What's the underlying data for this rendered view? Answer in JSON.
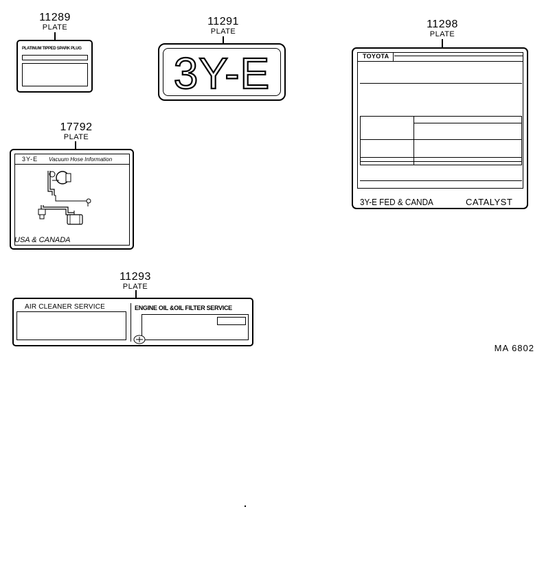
{
  "parts": {
    "p11289": {
      "number": "11289",
      "name": "PLATE",
      "label": "PLATINUM TIPPED SPARK PLUG"
    },
    "p11291": {
      "number": "11291",
      "name": "PLATE",
      "engine": "3Y-E"
    },
    "p11298": {
      "number": "11298",
      "name": "PLATE",
      "brand": "TOYOTA",
      "footer_left": "3Y-E FED & CANDA",
      "footer_right": "CATALYST"
    },
    "p17792": {
      "number": "17792",
      "name": "PLATE",
      "header_code": "3Y-E",
      "header_title": "Vacuum Hose Information",
      "footer": "USA & CANADA"
    },
    "p11293": {
      "number": "11293",
      "name": "PLATE",
      "left_title": "AIR  CLEANER  SERVICE",
      "right_title": "ENGINE OIL &OIL FILTER SERVICE"
    }
  },
  "diagram_code": "MA  6802"
}
